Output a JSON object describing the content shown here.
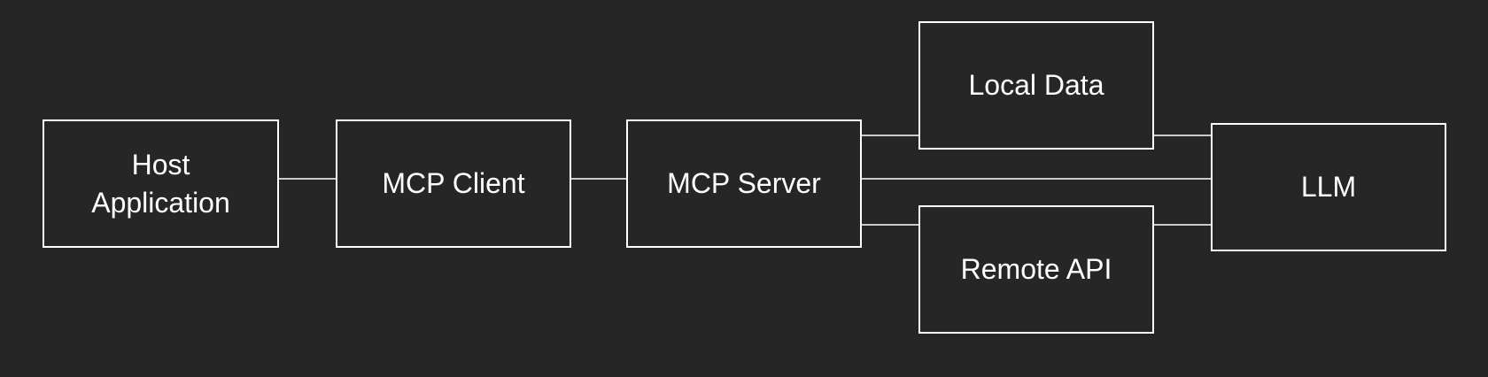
{
  "diagram": {
    "nodes": {
      "host": {
        "label": "Host\nApplication"
      },
      "client": {
        "label": "MCP Client"
      },
      "server": {
        "label": "MCP Server"
      },
      "local_data": {
        "label": "Local Data"
      },
      "remote_api": {
        "label": "Remote API"
      },
      "llm": {
        "label": "LLM"
      }
    },
    "edges": [
      {
        "from": "Host Application",
        "to": "MCP Client"
      },
      {
        "from": "MCP Client",
        "to": "MCP Server"
      },
      {
        "from": "MCP Server",
        "to": "Local Data"
      },
      {
        "from": "MCP Server",
        "to": "LLM"
      },
      {
        "from": "MCP Server",
        "to": "Remote API"
      },
      {
        "from": "Local Data",
        "to": "LLM"
      },
      {
        "from": "Remote API",
        "to": "LLM"
      }
    ],
    "colors": {
      "background": "#262626",
      "stroke": "#ffffff",
      "text": "#ffffff"
    }
  }
}
